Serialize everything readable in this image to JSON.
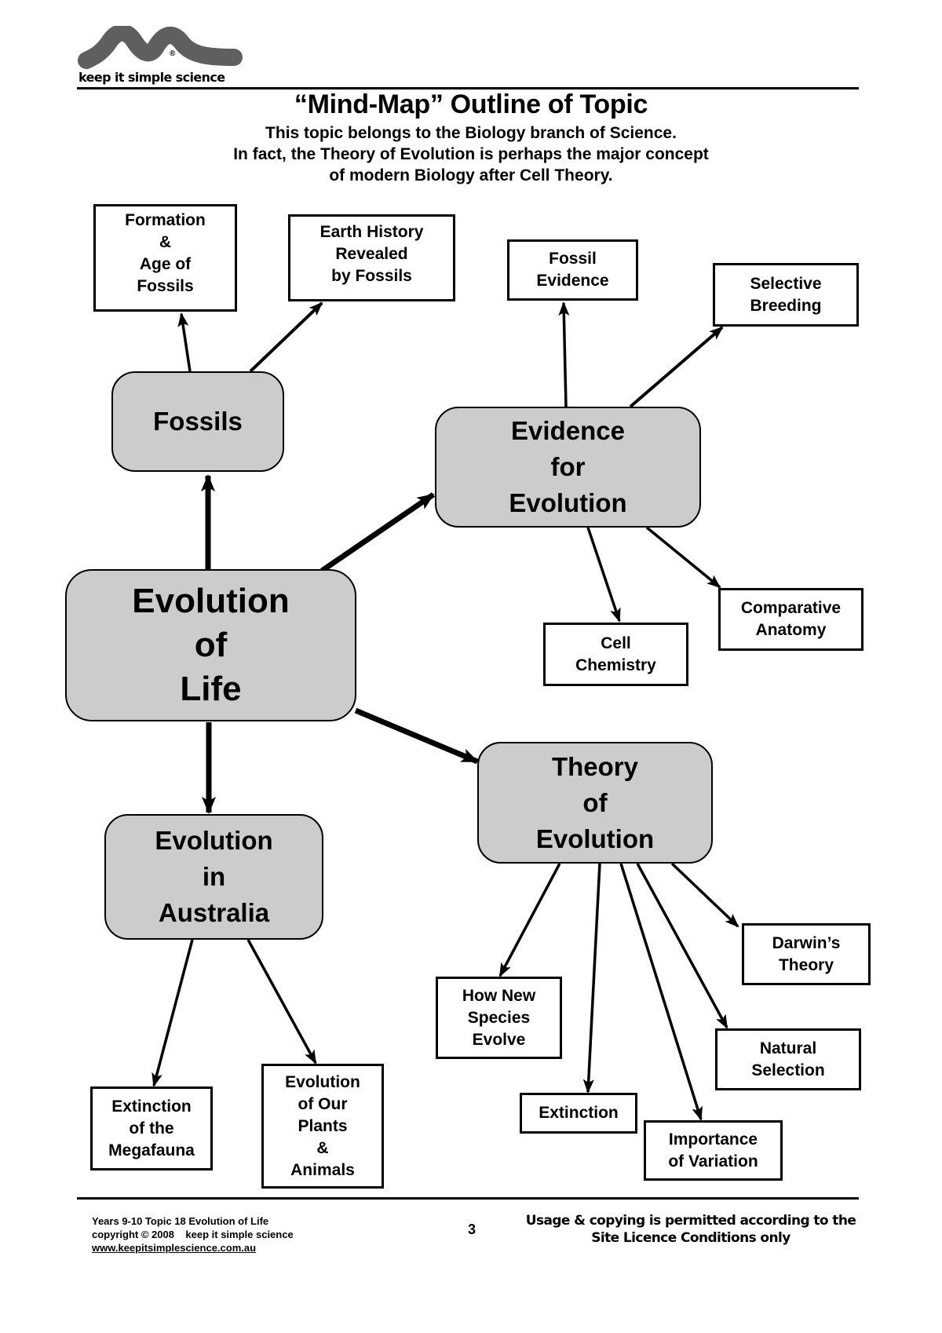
{
  "header": {
    "logo_text": "keep it simple science",
    "logo_mark": "®",
    "title": "“Mind-Map” Outline of Topic",
    "subtitle_lines": [
      "This topic belongs to the Biology branch of Science.",
      "In fact, the Theory of Evolution is perhaps the major concept",
      "of modern Biology after Cell Theory."
    ]
  },
  "mindmap": {
    "root": {
      "id": "root",
      "lines": [
        "Evolution",
        "of",
        "Life"
      ]
    },
    "hubs": [
      {
        "id": "fossils",
        "lines": [
          "Fossils"
        ]
      },
      {
        "id": "evidence",
        "lines": [
          "Evidence",
          "for",
          "Evolution"
        ]
      },
      {
        "id": "theory",
        "lines": [
          "Theory",
          "of",
          "Evolution"
        ]
      },
      {
        "id": "australia",
        "lines": [
          "Evolution",
          "in",
          "Australia"
        ]
      }
    ],
    "leaves": [
      {
        "id": "formation",
        "parent": "fossils",
        "lines": [
          "Formation",
          "&",
          "Age of",
          "Fossils"
        ]
      },
      {
        "id": "earth-history",
        "parent": "fossils",
        "lines": [
          "Earth History",
          "Revealed",
          "by Fossils"
        ]
      },
      {
        "id": "fossil-evidence",
        "parent": "evidence",
        "lines": [
          "Fossil",
          "Evidence"
        ]
      },
      {
        "id": "selective-breeding",
        "parent": "evidence",
        "lines": [
          "Selective",
          "Breeding"
        ]
      },
      {
        "id": "cell-chemistry",
        "parent": "evidence",
        "lines": [
          "Cell",
          "Chemistry"
        ]
      },
      {
        "id": "comparative-anatomy",
        "parent": "evidence",
        "lines": [
          "Comparative",
          "Anatomy"
        ]
      },
      {
        "id": "darwins-theory",
        "parent": "theory",
        "lines": [
          "Darwin’s",
          "Theory"
        ]
      },
      {
        "id": "how-new-species",
        "parent": "theory",
        "lines": [
          "How New",
          "Species",
          "Evolve"
        ]
      },
      {
        "id": "natural-selection",
        "parent": "theory",
        "lines": [
          "Natural",
          "Selection"
        ]
      },
      {
        "id": "extinction",
        "parent": "theory",
        "lines": [
          "Extinction"
        ]
      },
      {
        "id": "importance-variation",
        "parent": "theory",
        "lines": [
          "Importance",
          "of Variation"
        ]
      },
      {
        "id": "megafauna",
        "parent": "australia",
        "lines": [
          "Extinction",
          "of the",
          "Megafauna"
        ]
      },
      {
        "id": "plants-animals",
        "parent": "australia",
        "lines": [
          "Evolution",
          "of Our",
          "Plants",
          "&",
          "Animals"
        ]
      }
    ]
  },
  "footer": {
    "left_lines": [
      "Years 9-10 Topic 18 Evolution of Life",
      "copyright © 2008    keep it simple science"
    ],
    "url": "www.keepitsimplescience.com.au",
    "page_number": "3",
    "right_lines": [
      "Usage & copying is permitted according to the",
      "Site Licence Conditions only"
    ]
  },
  "colors": {
    "hub_fill": "#cccccc",
    "logo_gray": "#5f5f5f",
    "ink": "#000000"
  }
}
